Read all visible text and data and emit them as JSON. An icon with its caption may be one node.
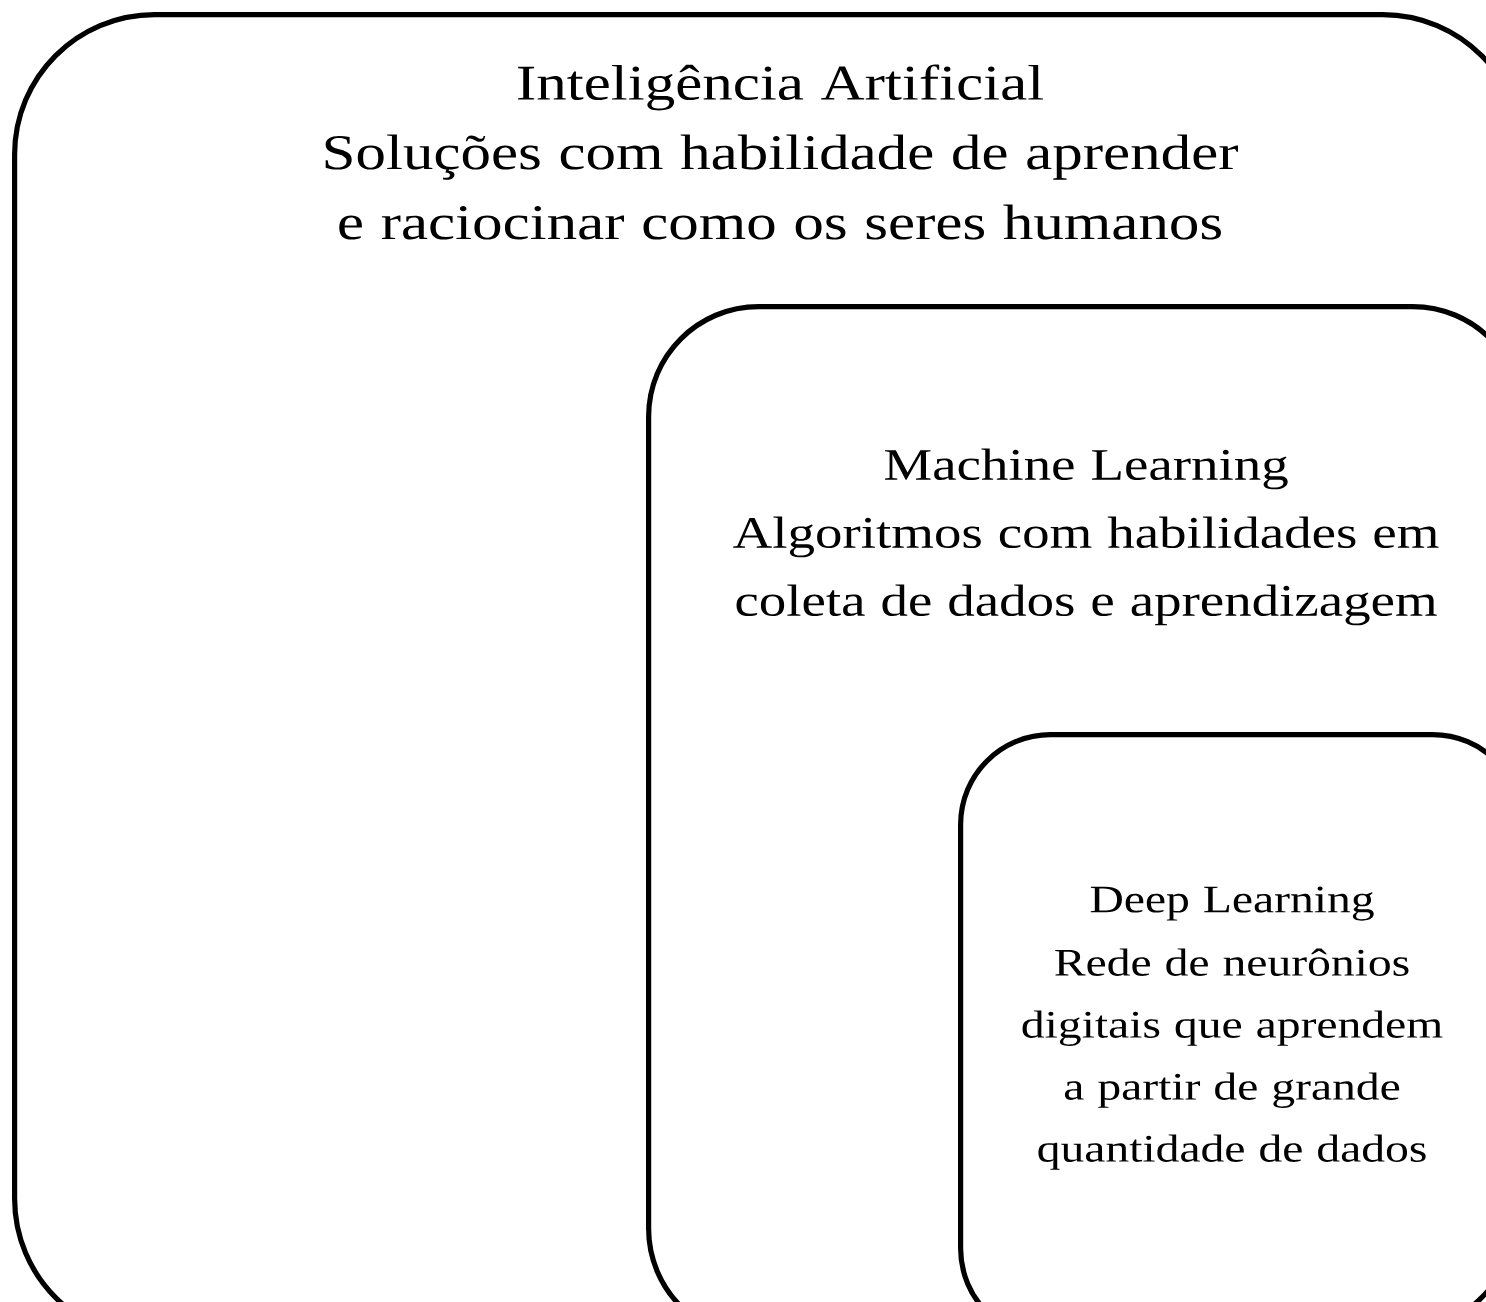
{
  "diagram": {
    "nodes": [
      {
        "text": [
          "Inteligência Artificial",
          "Soluções com habilidade de aprender e raciocinar como os seres humanos"
        ]
      },
      {
        "text": [
          "Machine Learning",
          "Algoritmos com habilidades em coleta de dados e aprendizagem"
        ],
        "in": 0
      },
      {
        "text": [
          "Deep Learning",
          "Rede de neurônios digitais que aprendem a partir de grande quantidade de dados"
        ],
        "in": 1
      }
    ]
  }
}
